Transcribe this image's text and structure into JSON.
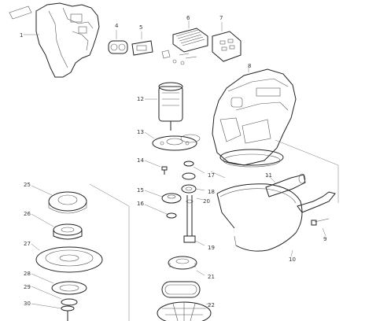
{
  "diagram": {
    "parts": [
      {
        "id": "p1",
        "label": "1"
      },
      {
        "id": "p4",
        "label": "4"
      },
      {
        "id": "p5",
        "label": "5"
      },
      {
        "id": "p6",
        "label": "6"
      },
      {
        "id": "p7",
        "label": "7"
      },
      {
        "id": "p8",
        "label": "8"
      },
      {
        "id": "p9",
        "label": "9"
      },
      {
        "id": "p10",
        "label": "10"
      },
      {
        "id": "p11",
        "label": "11"
      },
      {
        "id": "p12",
        "label": "12"
      },
      {
        "id": "p13",
        "label": "13"
      },
      {
        "id": "p14",
        "label": "14"
      },
      {
        "id": "p15",
        "label": "15"
      },
      {
        "id": "p16",
        "label": "16"
      },
      {
        "id": "p17",
        "label": "17"
      },
      {
        "id": "p18",
        "label": "18"
      },
      {
        "id": "p19",
        "label": "19"
      },
      {
        "id": "p20",
        "label": "20"
      },
      {
        "id": "p21",
        "label": "21"
      },
      {
        "id": "p22",
        "label": "22"
      },
      {
        "id": "p25",
        "label": "25"
      },
      {
        "id": "p26",
        "label": "26"
      },
      {
        "id": "p27",
        "label": "27"
      },
      {
        "id": "p28",
        "label": "28"
      },
      {
        "id": "p29",
        "label": "29"
      },
      {
        "id": "p30",
        "label": "30"
      }
    ]
  }
}
